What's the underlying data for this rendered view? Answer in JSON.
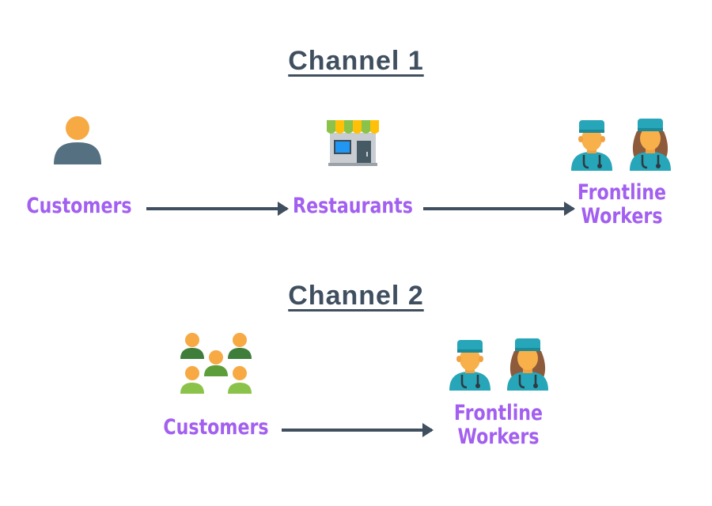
{
  "channel1": {
    "title": "Channel 1",
    "customers_label": "Customers",
    "restaurants_label": "Restaurants",
    "workers_label_line1": "Frontline",
    "workers_label_line2": "Workers"
  },
  "channel2": {
    "title": "Channel 2",
    "customers_label": "Customers",
    "workers_label_line1": "Frontline",
    "workers_label_line2": "Workers"
  },
  "colors": {
    "heading": "#3f4f5f",
    "label": "#a25ff0",
    "arrow": "#3f4f5f"
  },
  "icons": [
    "person-icon",
    "store-icon",
    "male-doctor-icon",
    "female-doctor-icon",
    "group-icon"
  ]
}
